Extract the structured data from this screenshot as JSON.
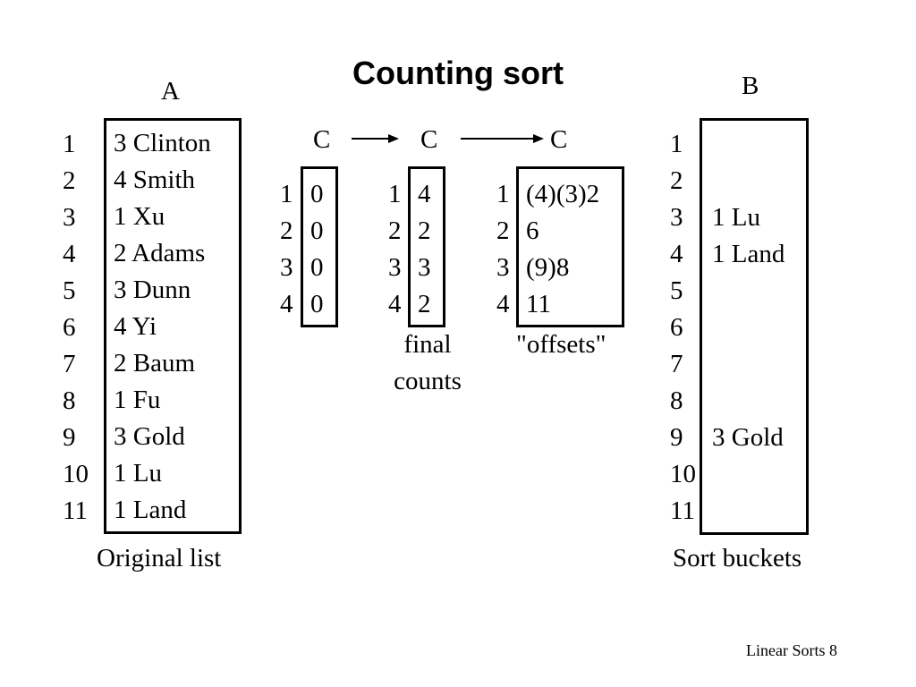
{
  "title": "Counting sort",
  "array_a": {
    "label": "A",
    "indices": [
      "1",
      "2",
      "3",
      "4",
      "5",
      "6",
      "7",
      "8",
      "9",
      "10",
      "11"
    ],
    "items": [
      "3 Clinton",
      "4 Smith",
      "1 Xu",
      "2 Adams",
      "3 Dunn",
      "4 Yi",
      "2 Baum",
      "1 Fu",
      "3 Gold",
      "1 Lu",
      "1 Land"
    ],
    "caption": "Original list"
  },
  "c_labels": [
    "C",
    "C",
    "C"
  ],
  "c_initial": {
    "indices": [
      "1",
      "2",
      "3",
      "4"
    ],
    "values": [
      "0",
      "0",
      "0",
      "0"
    ]
  },
  "c_counts": {
    "indices": [
      "1",
      "2",
      "3",
      "4"
    ],
    "values": [
      "4",
      "2",
      "3",
      "2"
    ],
    "caption_line1": "final",
    "caption_line2": "counts"
  },
  "c_offsets": {
    "indices": [
      "1",
      "2",
      "3",
      "4"
    ],
    "values": [
      "(4)(3)2",
      "6",
      "(9)8",
      "11"
    ],
    "caption": "\"offsets\""
  },
  "array_b": {
    "label": "B",
    "indices": [
      "1",
      "2",
      "3",
      "4",
      "5",
      "6",
      "7",
      "8",
      "9",
      "10",
      "11"
    ],
    "items": [
      "",
      "",
      "1 Lu",
      "1 Land",
      "",
      "",
      "",
      "",
      "3 Gold",
      "",
      ""
    ],
    "caption": "Sort buckets"
  },
  "footer": "Linear Sorts 8"
}
